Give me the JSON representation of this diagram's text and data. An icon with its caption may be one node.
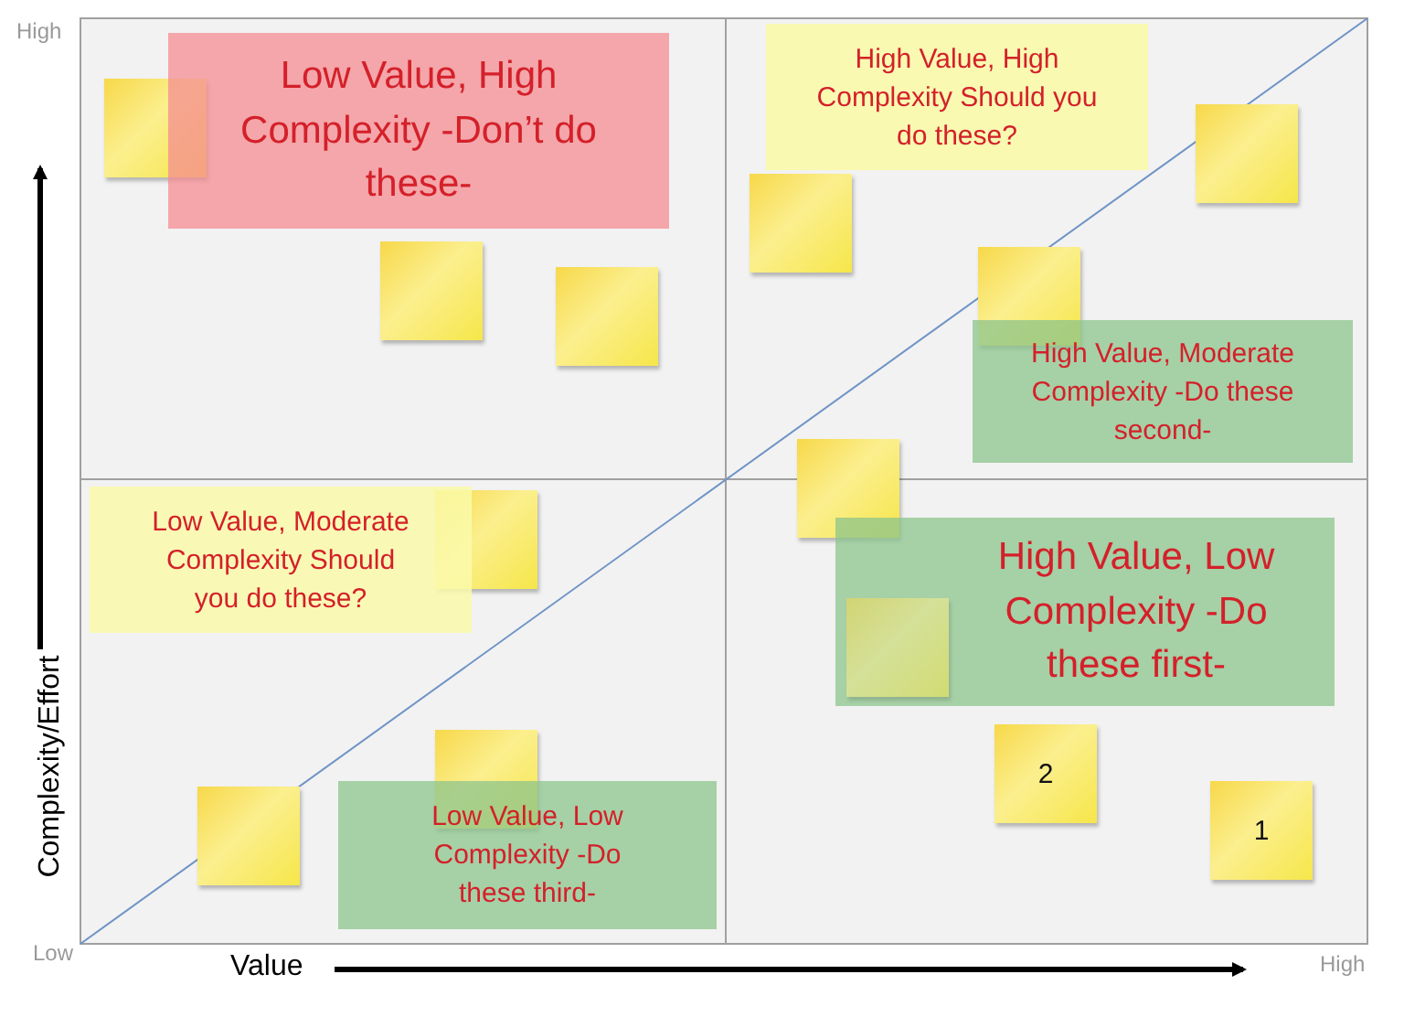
{
  "diagram": {
    "nodes": [
      {
        "text": [
          "Low Value, High Complexity -Don’t do these-"
        ]
      },
      {
        "text": [
          "High Value, High Complexity Should you do these?"
        ]
      },
      {
        "text": [
          "High Value, Moderate Complexity -Do these second-"
        ]
      },
      {
        "text": [
          "Low Value, Moderate Complexity Should you do these?"
        ]
      },
      {
        "text": [
          "High Value, Low Complexity -Do these first-"
        ]
      },
      {
        "text": [
          "2"
        ]
      },
      {
        "text": [
          "Low Value, Low Complexity -Do these third-"
        ]
      },
      {
        "text": [
          "1"
        ]
      },
      {
        "text": [],
        "shape": "box"
      },
      {
        "text": [],
        "shape": "box"
      },
      {
        "text": [],
        "shape": "box"
      },
      {
        "text": [],
        "shape": "box"
      },
      {
        "text": [],
        "shape": "box"
      },
      {
        "text": [],
        "shape": "box"
      },
      {
        "text": [],
        "shape": "box"
      },
      {
        "text": [],
        "shape": "box"
      },
      {
        "text": [],
        "shape": "box",
        "in": 4
      },
      {
        "text": [],
        "shape": "box"
      },
      {
        "text": [],
        "shape": "box"
      }
    ],
    "labels": [
      "High",
      "Complexity/Effort",
      "Low",
      "Value",
      "High"
    ]
  }
}
